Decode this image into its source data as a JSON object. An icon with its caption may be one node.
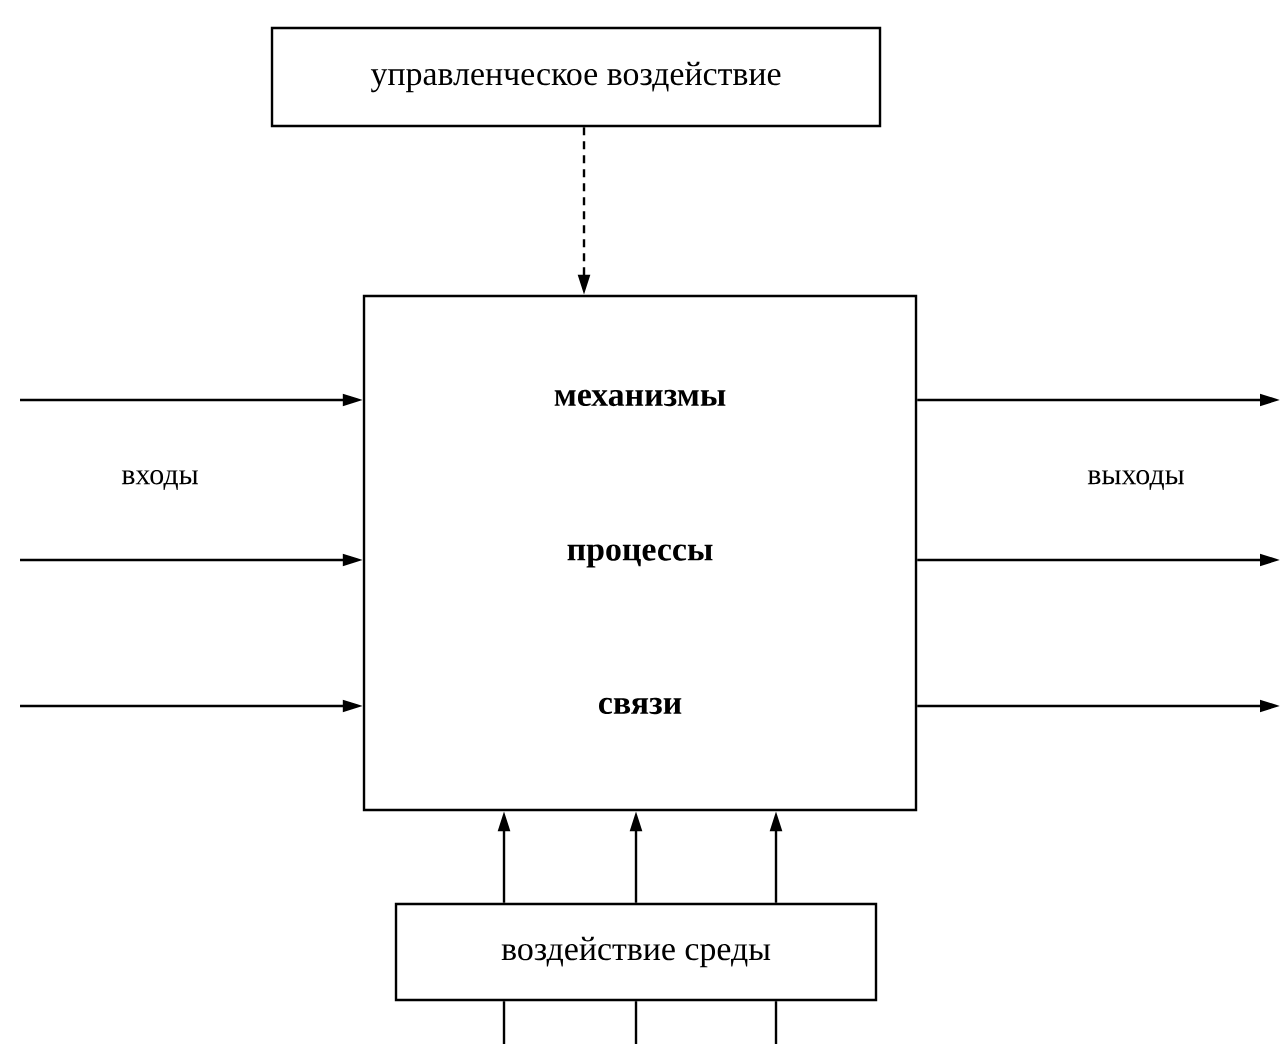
{
  "diagram": {
    "nodes": [
      {
        "text": [
          "управленческое воздействие"
        ]
      },
      {
        "text": [
          "механизмы",
          "процессы",
          "связи"
        ]
      },
      {
        "text": [
          "воздействие среды"
        ]
      }
    ],
    "edges": [
      {
        "from": 0,
        "to": 1,
        "arrow": "to",
        "style": "dashed"
      },
      {
        "from": null,
        "to": 1,
        "arrow": "to"
      },
      {
        "from": null,
        "to": 1,
        "arrow": "to"
      },
      {
        "from": null,
        "to": 1,
        "arrow": "to"
      },
      {
        "from": 1,
        "to": null,
        "arrow": "to"
      },
      {
        "from": 1,
        "to": null,
        "arrow": "to"
      },
      {
        "from": 1,
        "to": null,
        "arrow": "to"
      },
      {
        "from": 2,
        "to": 1,
        "arrow": "to"
      },
      {
        "from": 2,
        "to": 1,
        "arrow": "to"
      },
      {
        "from": 2,
        "to": 1,
        "arrow": "to"
      },
      {
        "from": null,
        "to": 2,
        "arrow": "none"
      },
      {
        "from": null,
        "to": 2,
        "arrow": "none"
      },
      {
        "from": null,
        "to": 2,
        "arrow": "none"
      }
    ],
    "labels": [
      "входы",
      "выходы"
    ]
  }
}
